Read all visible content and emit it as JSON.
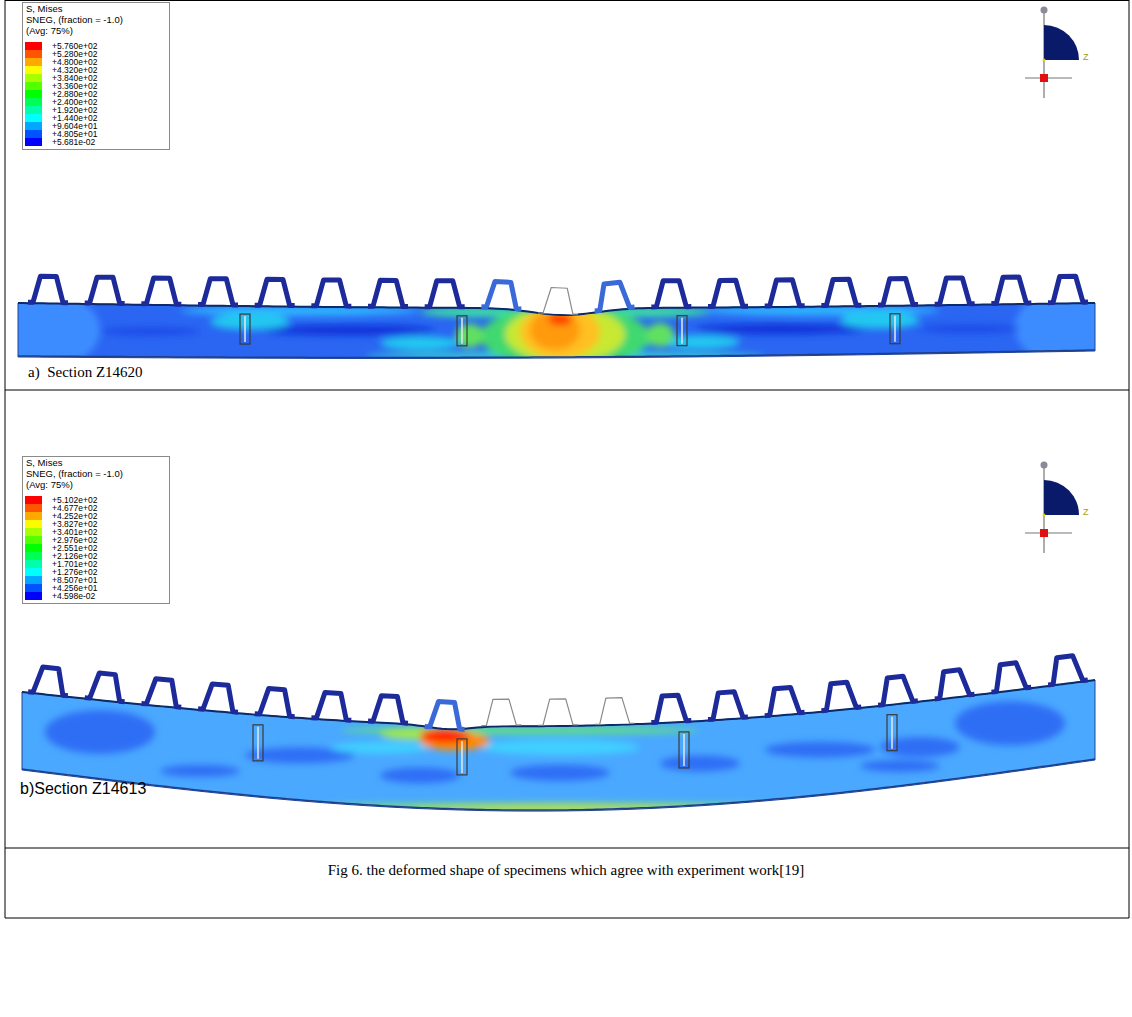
{
  "diagram": {
    "caption": "Fig 6. the deformed shape of specimens which agree with experiment work[19]",
    "labels": [
      "S, Mises",
      "SNEG, (fraction = -1.0)",
      "(Avg: 75%)",
      "Z",
      "a)  Section Z14620",
      "S, Mises",
      "SNEG, (fraction = -1.0)",
      "(Avg: 75%)",
      "Z",
      "b)Section Z14613"
    ],
    "legend": [
      {
        "text": "+5.760e+02",
        "color": "#ff0000"
      },
      {
        "text": "+5.280e+02",
        "color": "#ff5400"
      },
      {
        "text": "+4.800e+02",
        "color": "#ffa800"
      },
      {
        "text": "+4.320e+02",
        "color": "#fbfc00"
      },
      {
        "text": "+3.840e+02",
        "color": "#a8ff00"
      },
      {
        "text": "+3.360e+02",
        "color": "#54ff00"
      },
      {
        "text": "+2.880e+02",
        "color": "#00ff00"
      },
      {
        "text": "+2.400e+02",
        "color": "#00ff54"
      },
      {
        "text": "+1.920e+02",
        "color": "#00ffa8"
      },
      {
        "text": "+1.440e+02",
        "color": "#00ffff"
      },
      {
        "text": "+9.604e+01",
        "color": "#00a8ff"
      },
      {
        "text": "+4.805e+01",
        "color": "#0054ff"
      },
      {
        "text": "+5.681e-02",
        "color": "#0000ff"
      },
      {
        "text": "+5.102e+02",
        "color": "#ff0000"
      },
      {
        "text": "+4.677e+02",
        "color": "#ff5400"
      },
      {
        "text": "+4.252e+02",
        "color": "#ffa800"
      },
      {
        "text": "+3.827e+02",
        "color": "#fbfc00"
      },
      {
        "text": "+3.401e+02",
        "color": "#a8ff00"
      },
      {
        "text": "+2.976e+02",
        "color": "#54ff00"
      },
      {
        "text": "+2.551e+02",
        "color": "#00ff00"
      },
      {
        "text": "+2.126e+02",
        "color": "#00ff54"
      },
      {
        "text": "+1.701e+02",
        "color": "#00ffa8"
      },
      {
        "text": "+1.276e+02",
        "color": "#00ffff"
      },
      {
        "text": "+8.507e+01",
        "color": "#00a8ff"
      },
      {
        "text": "+4.256e+01",
        "color": "#0054ff"
      },
      {
        "text": "+4.598e-02",
        "color": "#0000ff"
      }
    ]
  }
}
